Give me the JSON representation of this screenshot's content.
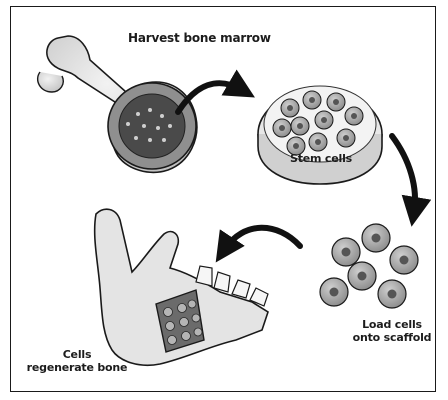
{
  "labels": {
    "harvest": "Harvest bone marrow",
    "stem": "Stem cells",
    "load_line1": "Load cells",
    "load_line2": "onto scaffold",
    "regen_line1": "Cells",
    "regen_line2": "regenerate bone"
  },
  "colors": {
    "outline": "#1a1a1a",
    "bone": "#d9d9d9",
    "marrow_outer": "#9a9a9a",
    "marrow_inner": "#4a4a4a",
    "cell": "#a8a8a8",
    "nucleus": "#555555",
    "arrow": "#111111"
  }
}
